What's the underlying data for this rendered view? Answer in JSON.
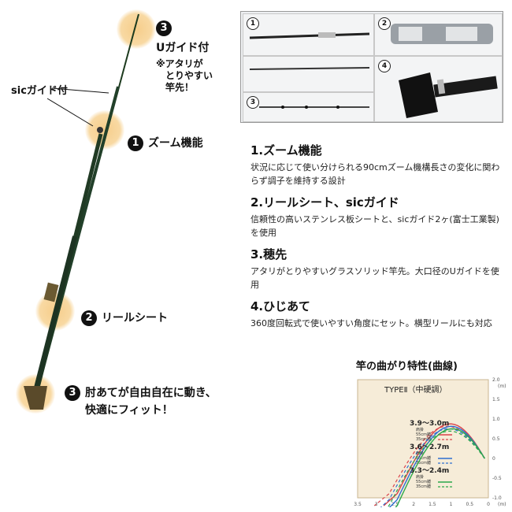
{
  "callouts": {
    "u_guide": {
      "num": "3",
      "title": "Uガイド付",
      "note_1": "※アタリが",
      "note_2": "とりやすい",
      "note_3": "竿先！"
    },
    "sic_guide": {
      "label": "sicガイド付"
    },
    "zoom": {
      "num": "1",
      "label": "ズーム機能"
    },
    "reel_seat": {
      "num": "2",
      "label": "リールシート"
    },
    "elbow": {
      "num": "3",
      "line_1": "肘あてが自由自在に動き、",
      "line_2": "快適にフィット！"
    }
  },
  "photos": [
    {
      "num": "1"
    },
    {
      "num": "2"
    },
    {
      "num": "3"
    },
    {
      "num": "4"
    }
  ],
  "features": [
    {
      "title": "1.ズーム機能",
      "desc": "状況に応じて使い分けられる90cmズーム機構長さの変化に関わらず調子を維持する設計"
    },
    {
      "title": "2.リールシート、sicガイド",
      "desc": "信頼性の高いステンレス板シートと、sicガイド2ヶ(富士工業製)を使用"
    },
    {
      "title": "3.穂先",
      "desc": "アタリがとりやすいグラスソリッド竿先。大口径のUガイドを使用"
    },
    {
      "title": "4.ひじあて",
      "desc": "360度回転式で使いやすい角度にセット。横型リールにも対応"
    }
  ],
  "bend_chart": {
    "heading": "竿の曲がり特性(曲線)",
    "type_label": "TYPEⅡ（中硬調）",
    "chart_data": {
      "type": "line",
      "title": "TYPEⅡ（中硬調）",
      "xlabel": "",
      "ylabel": "",
      "x_unit": "(m)",
      "y_unit": "(m)",
      "xlim": [
        0,
        3.5
      ],
      "ylim": [
        -1.0,
        2.0
      ],
      "x_ticks": [
        "3.5",
        "3",
        "2.5",
        "2",
        "1.5",
        "1",
        "0.5",
        "0"
      ],
      "y_ticks": [
        "2.0",
        "1.5",
        "1.0",
        "0.5",
        "0",
        "-0.5",
        "-1.0"
      ],
      "groups": [
        {
          "length": "3.9〜3.0m",
          "color": "#d9434a",
          "y_offset": 0
        },
        {
          "length": "3.6〜2.7m",
          "color": "#2f6fd0",
          "y_offset": -0.55
        },
        {
          "length": "3.3〜2.4m",
          "color": "#2aa84a",
          "y_offset": -1.1
        }
      ],
      "legend_lines": [
        "肩掛",
        "55cm錘",
        "35cm錘"
      ]
    }
  }
}
